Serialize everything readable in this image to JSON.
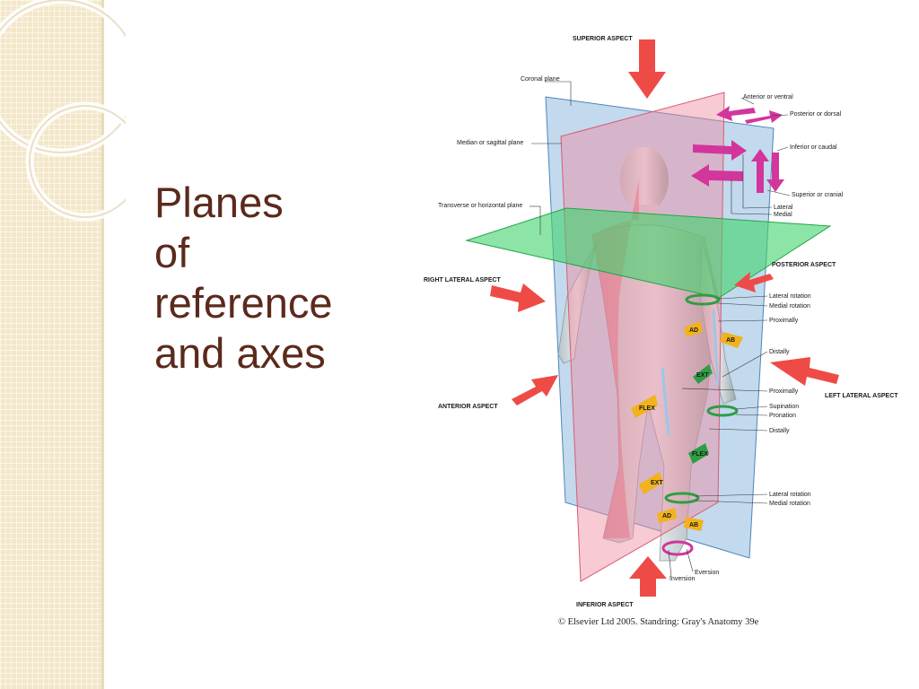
{
  "slide": {
    "title_lines": [
      "Planes",
      "of",
      "reference",
      "and axes"
    ],
    "title_color": "#5b2a1c",
    "panel_color": "#f3e7c9"
  },
  "figure": {
    "aspects": {
      "superior": "SUPERIOR ASPECT",
      "inferior": "INFERIOR ASPECT",
      "right_lateral": "RIGHT LATERAL ASPECT",
      "left_lateral": "LEFT LATERAL ASPECT",
      "anterior": "ANTERIOR ASPECT",
      "posterior": "POSTERIOR ASPECT"
    },
    "planes": {
      "coronal": "Coronal plane",
      "median": "Median or sagittal plane",
      "transverse": "Transverse or horizontal plane"
    },
    "directions": {
      "anterior": "Anterior or ventral",
      "posterior": "Posterior or dorsal",
      "inferior": "Inferior or caudal",
      "superior": "Superior or cranial",
      "lateral": "Lateral",
      "medial": "Medial"
    },
    "movements": {
      "lateral_rotation_1": "Lateral rotation",
      "medial_rotation_1": "Medial rotation",
      "proximally_1": "Proximally",
      "distally_1": "Distally",
      "proximally_2": "Proximally",
      "supination": "Supination",
      "pronation": "Pronation",
      "distally_2": "Distally",
      "lateral_rotation_2": "Lateral rotation",
      "medial_rotation_2": "Medial rotation",
      "eversion": "Eversion",
      "inversion": "Inversion"
    },
    "joint_tags": {
      "ad": "AD",
      "ab": "AB",
      "ext": "EXT",
      "flex": "FLEX"
    },
    "credit": "© Elsevier Ltd 2005. Standring: Gray's Anatomy 39e",
    "colors": {
      "coronal_plane": "#8fb9e0",
      "sagittal_plane": "#f08a9e",
      "transverse_plane": "#3fd36a",
      "aspect_arrow": "#ee4b47",
      "direction_arrow": "#d2369c",
      "movement_arrow": "#2e9e44",
      "joint_tag": "#f2b21c"
    }
  }
}
